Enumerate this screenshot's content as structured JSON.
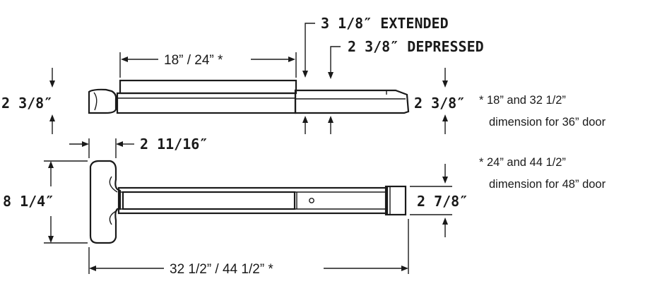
{
  "dimensions": {
    "length_rail": "18” / 24” *",
    "extended": "3 1/8″ EXTENDED",
    "depressed": "2 3/8″ DEPRESSED",
    "height_left": "2  3/8″",
    "height_right": "2  3/8″",
    "end_cap_depth": "2  11/16″",
    "end_cap_height": "8  1/4″",
    "body_height": "2  7/8″",
    "overall_length": "32 1/2” / 44 1/2” *"
  },
  "notes": {
    "note1_line1": "* 18” and 32 1/2”",
    "note1_line2": "dimension for 36” door",
    "note2_line1": "* 24” and 44 1/2”",
    "note2_line2": "dimension for 48” door"
  }
}
